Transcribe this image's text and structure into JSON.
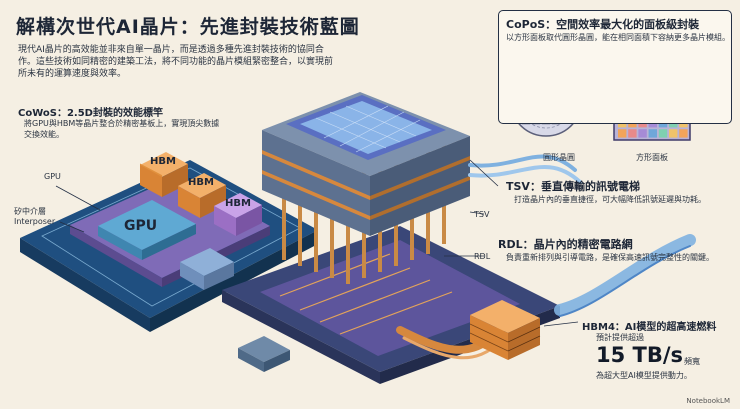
{
  "title": "解構次世代AI晶片：先進封裝技術藍圖",
  "intro": "現代AI晶片的高效能並非來自單一晶片，而是透過多種先進封裝技術的協同合作。這些技術如同精密的建築工法，將不同功能的晶片模組緊密整合，以實現前所未有的運算速度與效率。",
  "cowos": {
    "title": "CoWoS：2.5D封裝的效能標竿",
    "desc": "將GPU與HBM等晶片整合於精密基板上，實現頂尖數據交換效能。"
  },
  "labels": {
    "gpu_tag": "GPU",
    "interposer_tag_1": "矽中介層",
    "interposer_tag_2": "Interposer",
    "hbm_1": "HBM",
    "hbm_2": "HBM",
    "hbm_3": "HBM",
    "gpu_chip": "GPU",
    "tsv_tag": "TSV",
    "rdl_tag": "RDL"
  },
  "copos": {
    "title": "CoPoS：空間效率最大化的面板級封裝",
    "desc": "以方形面板取代圓形晶圓，能在相同面積下容納更多晶片模組。",
    "round_label": "圓形晶圓",
    "square_label": "方形面板"
  },
  "tsv": {
    "title": "TSV：垂直傳輸的訊號電梯",
    "desc": "打造晶片內的垂直捷徑，可大幅降低訊號延遲與功耗。"
  },
  "rdl": {
    "title": "RDL：晶片內的精密電路網",
    "desc": "負責重新排列與引導電路，是確保高速訊號完整性的關鍵。"
  },
  "hbm4": {
    "title": "HBM4：AI模型的超高速燃料",
    "pre": "預計提供超過",
    "value": "15 TB/s",
    "suffix": "頻寬",
    "post": "為超大型AI模型提供動力。"
  },
  "watermark": "NotebookLM",
  "colors": {
    "background": "#f5efe3",
    "board": "#2f6fa6",
    "interposer": "#8a7bbf",
    "hbm": "#f2a45a",
    "gpu": "#6fb7d9",
    "copper": "#d6883e",
    "cable": "#7fb1e0"
  }
}
